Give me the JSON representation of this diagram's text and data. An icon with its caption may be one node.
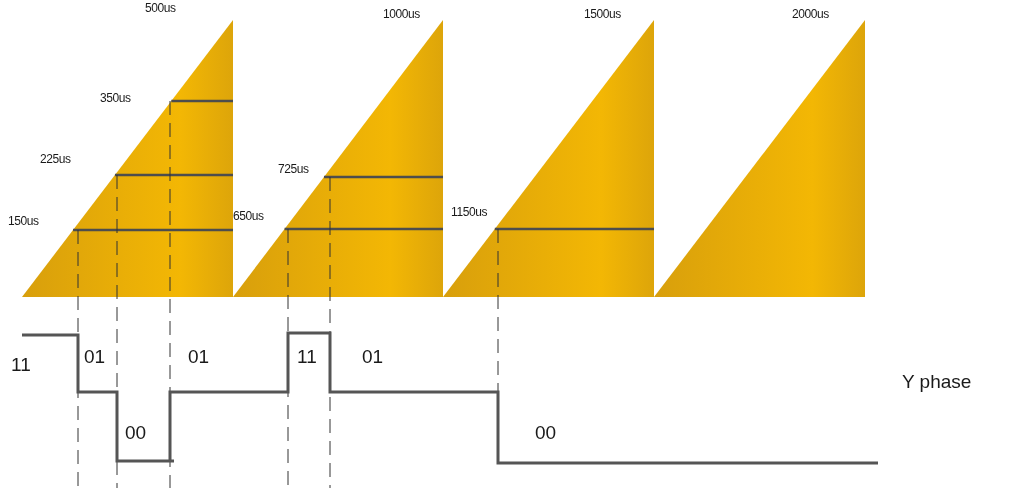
{
  "diagram": {
    "labels": [
      "500us",
      "1000us",
      "1500us",
      "2000us",
      "350us",
      "225us",
      "725us",
      "150us",
      "650us",
      "1150us",
      "11",
      "01",
      "01",
      "11",
      "01",
      "Y phase",
      "00",
      "00"
    ]
  }
}
